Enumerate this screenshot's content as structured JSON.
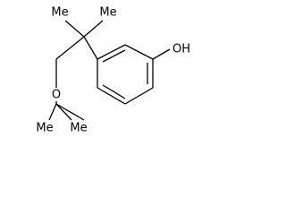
{
  "molecule": {
    "labels": {
      "me_top_left": "Me",
      "me_top_right": "Me",
      "oxygen": "O",
      "hydroxyl": "OH",
      "me_bottom_left": "Me",
      "me_bottom_right": "Me"
    },
    "colors": {
      "bond": "#000000",
      "text": "#000000",
      "background": "#ffffff"
    }
  }
}
